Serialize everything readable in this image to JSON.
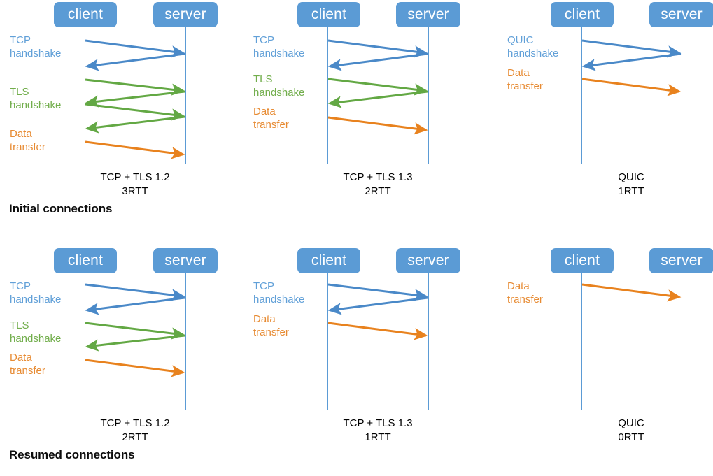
{
  "figure": {
    "title_hidden": "",
    "colors": {
      "actor_box_fill": "#5B9BD5",
      "lifeline": "#5B9BD5",
      "tcp_blue": "#4A89C8",
      "tls_green": "#63A844",
      "data_orange": "#E8821E",
      "label_blue": "#61A0D8",
      "label_green": "#72AE4C",
      "label_orange": "#E78B33",
      "caption_black": "#000000"
    }
  },
  "sections": [
    {
      "label": "Initial connections"
    },
    {
      "label": "Resumed connections"
    }
  ],
  "actors": {
    "client_label": "client",
    "server_label": "server"
  },
  "panels": [
    {
      "id": "initial-tcp-tls12",
      "row": "initial",
      "caption_line1": "TCP + TLS 1.2",
      "caption_line2": "3RTT",
      "caption": "TCP + TLS 1.2\n3RTT",
      "phases": [
        {
          "name": "tcp-handshake",
          "label": "TCP\nhandshake",
          "color_key": "tcp_blue",
          "label_color_key": "label_blue",
          "round_trips": 1
        },
        {
          "name": "tls-handshake",
          "label": "TLS\nhandshake",
          "color_key": "tls_green",
          "label_color_key": "label_green",
          "round_trips": 2
        },
        {
          "name": "data-transfer",
          "label": "Data\ntransfer",
          "color_key": "data_orange",
          "label_color_key": "label_orange",
          "round_trips": 0.5
        }
      ],
      "messages": 7
    },
    {
      "id": "initial-tcp-tls13",
      "row": "initial",
      "caption_line1": "TCP + TLS 1.3",
      "caption_line2": "2RTT",
      "caption": "TCP + TLS 1.3\n2RTT",
      "phases": [
        {
          "name": "tcp-handshake",
          "label": "TCP\nhandshake",
          "color_key": "tcp_blue",
          "label_color_key": "label_blue",
          "round_trips": 1
        },
        {
          "name": "tls-handshake",
          "label": "TLS\nhandshake",
          "color_key": "tls_green",
          "label_color_key": "label_green",
          "round_trips": 1
        },
        {
          "name": "data-transfer",
          "label": "Data\ntransfer",
          "color_key": "data_orange",
          "label_color_key": "label_orange",
          "round_trips": 0.5
        }
      ],
      "messages": 5
    },
    {
      "id": "initial-quic",
      "row": "initial",
      "caption_line1": "QUIC",
      "caption_line2": "1RTT",
      "caption": "QUIC\n1RTT",
      "phases": [
        {
          "name": "quic-handshake",
          "label": "QUIC\nhandshake",
          "color_key": "tcp_blue",
          "label_color_key": "label_blue",
          "round_trips": 1
        },
        {
          "name": "data-transfer",
          "label": "Data\ntransfer",
          "color_key": "data_orange",
          "label_color_key": "label_orange",
          "round_trips": 0.5
        }
      ],
      "messages": 3
    },
    {
      "id": "resumed-tcp-tls12",
      "row": "resumed",
      "caption_line1": "TCP + TLS 1.2",
      "caption_line2": "2RTT",
      "caption": "TCP + TLS 1.2\n2RTT",
      "phases": [
        {
          "name": "tcp-handshake",
          "label": "TCP\nhandshake",
          "color_key": "tcp_blue",
          "label_color_key": "label_blue",
          "round_trips": 1
        },
        {
          "name": "tls-handshake",
          "label": "TLS\nhandshake",
          "color_key": "tls_green",
          "label_color_key": "label_green",
          "round_trips": 1
        },
        {
          "name": "data-transfer",
          "label": "Data\ntransfer",
          "color_key": "data_orange",
          "label_color_key": "label_orange",
          "round_trips": 0.5
        }
      ],
      "messages": 5
    },
    {
      "id": "resumed-tcp-tls13",
      "row": "resumed",
      "caption_line1": "TCP + TLS 1.3",
      "caption_line2": "1RTT",
      "caption": "TCP + TLS 1.3\n1RTT",
      "phases": [
        {
          "name": "tcp-handshake",
          "label": "TCP\nhandshake",
          "color_key": "tcp_blue",
          "label_color_key": "label_blue",
          "round_trips": 1
        },
        {
          "name": "data-transfer",
          "label": "Data\ntransfer",
          "color_key": "data_orange",
          "label_color_key": "label_orange",
          "round_trips": 0.5
        }
      ],
      "messages": 3
    },
    {
      "id": "resumed-quic",
      "row": "resumed",
      "caption_line1": "QUIC",
      "caption_line2": "0RTT",
      "caption": "QUIC\n0RTT",
      "phases": [
        {
          "name": "data-transfer",
          "label": "Data\ntransfer",
          "color_key": "data_orange",
          "label_color_key": "label_orange",
          "round_trips": 0.5
        }
      ],
      "messages": 1
    }
  ],
  "labels": {
    "tcp_handshake": "TCP\nhandshake",
    "tls_handshake": "TLS\nhandshake",
    "quic_handshake": "QUIC\nhandshake",
    "data_transfer": "Data\ntransfer"
  }
}
